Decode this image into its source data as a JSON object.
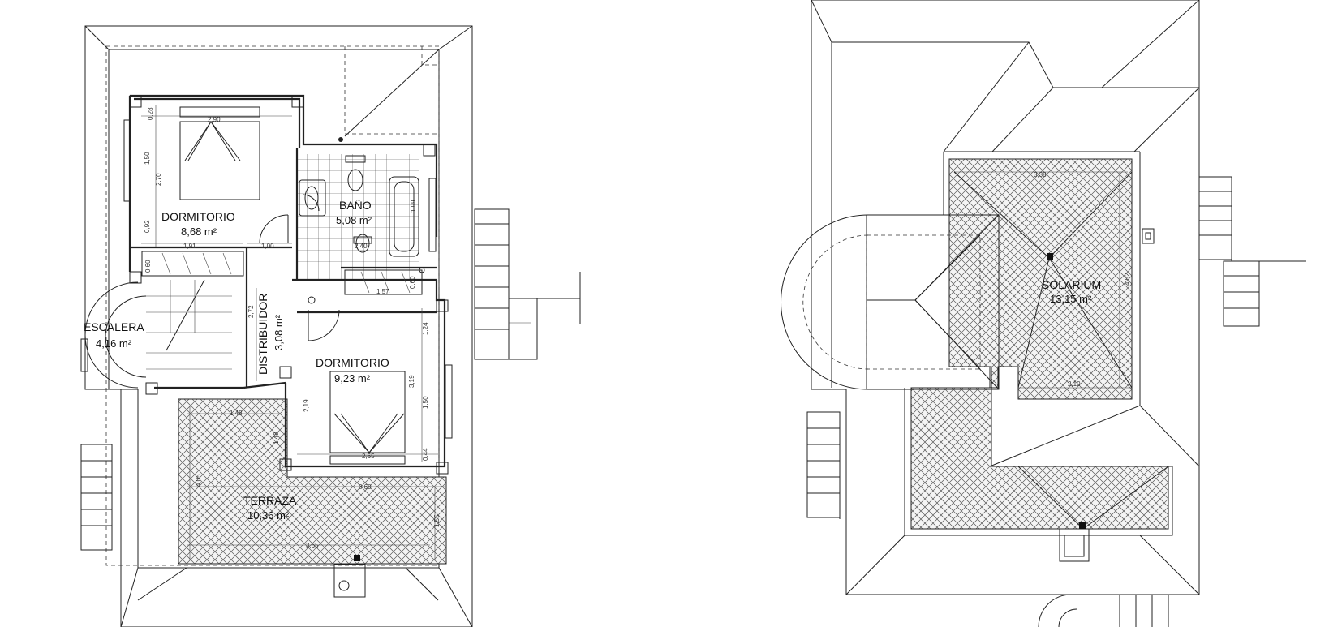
{
  "floor_plan": {
    "rooms": [
      {
        "id": "dormitorio-1",
        "name": "DORMITORIO",
        "area": "8,68 m²"
      },
      {
        "id": "bano",
        "name": "BAÑO",
        "area": "5,08 m²"
      },
      {
        "id": "distribuidor",
        "name": "DISTRIBUIDOR",
        "area": "3,08 m²"
      },
      {
        "id": "escalera",
        "name": "ESCALERA",
        "area": "4,16 m²"
      },
      {
        "id": "dormitorio-2",
        "name": "DORMITORIO",
        "area": "9,23 m²"
      },
      {
        "id": "terraza",
        "name": "TERRAZA",
        "area": "10,36 m²"
      }
    ],
    "dimensions": [
      "2,90",
      "0,28",
      "1,50",
      "2,70",
      "0,92",
      "1,91",
      "1,00",
      "0,60",
      "2,72",
      "1,99",
      "2,40",
      "1,57",
      "0,60",
      "1,24",
      "3,19",
      "1,50",
      "2,19",
      "0,44",
      "2,65",
      "1,48",
      "1,48",
      "4,05",
      "3,60",
      "1,55",
      "3,65"
    ]
  },
  "roof_plan": {
    "rooms": [
      {
        "id": "solarium",
        "name": "SOLARIUM",
        "area": "13,15 m²"
      }
    ],
    "dimensions": [
      "3,38",
      "4,52",
      "2,10"
    ]
  }
}
